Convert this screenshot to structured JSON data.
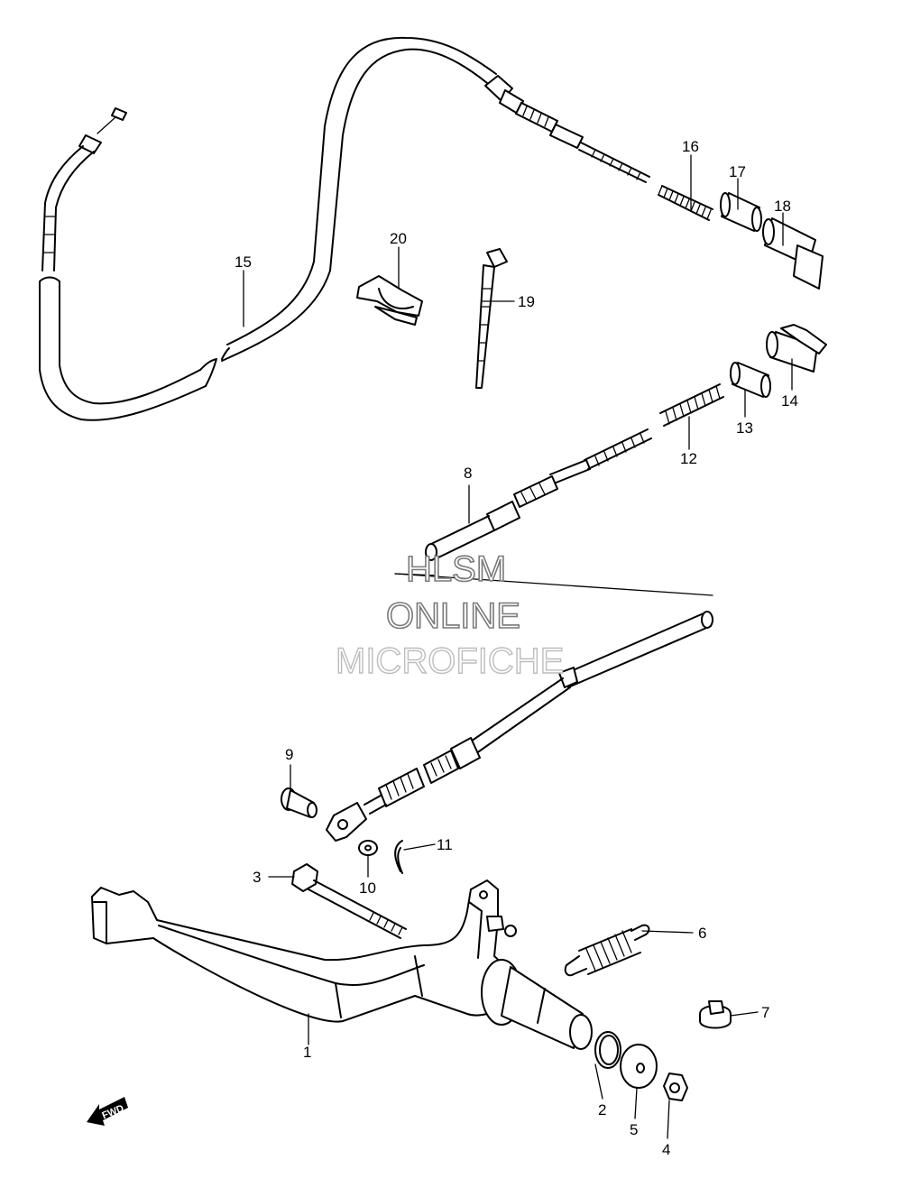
{
  "watermark": {
    "line1": "HLSM",
    "line2": "ONLINE",
    "line3": "MICROFICHE"
  },
  "fwd_label": "FWD",
  "callouts": [
    "1",
    "2",
    "3",
    "4",
    "5",
    "6",
    "7",
    "8",
    "9",
    "10",
    "11",
    "12",
    "13",
    "14",
    "15",
    "16",
    "17",
    "18",
    "19",
    "20"
  ]
}
